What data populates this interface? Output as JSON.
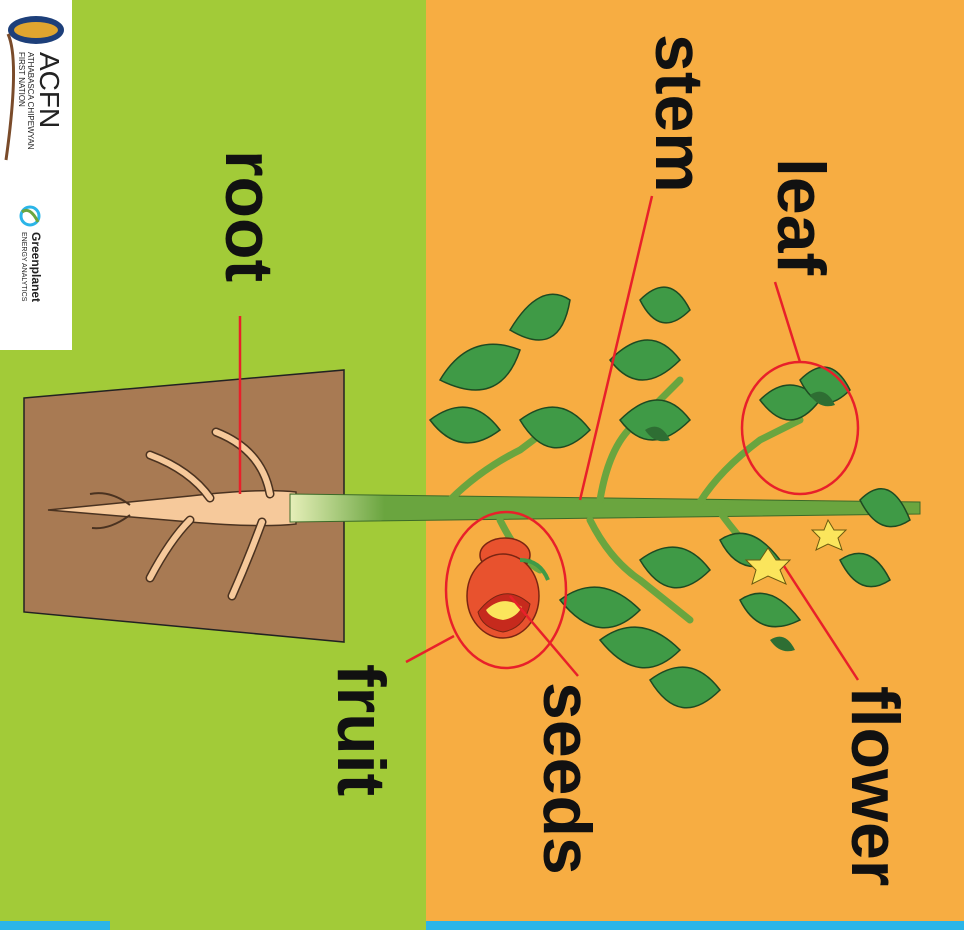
{
  "colors": {
    "ground": "#a2cb38",
    "air": "#f7ad42",
    "soil": "#a87a53",
    "stem": "#6aa53f",
    "leaf": "#3f9a46",
    "leaf_dark": "#2e6e33",
    "root": "#f6c99b",
    "fruit": "#e8522e",
    "flower": "#fbe55c",
    "callout": "#e8202a",
    "bottom_strip_blue": "#2bb5e8"
  },
  "labels": {
    "root": "root",
    "stem": "stem",
    "leaf": "leaf",
    "fruit": "fruit",
    "seeds": "seeds",
    "flower": "flower"
  },
  "logos": {
    "acfn_abbrev": "ACFN",
    "acfn_line1": "ATHABASCA CHIPEWYAN",
    "acfn_line2": "FIRST NATION",
    "greenplanet_name": "Greenplanet",
    "greenplanet_tagline": "ENERGY ANALYTICS"
  },
  "icons": [
    "acfn-logo-icon",
    "greenplanet-logo-icon",
    "flower-icon",
    "tomato-icon"
  ]
}
